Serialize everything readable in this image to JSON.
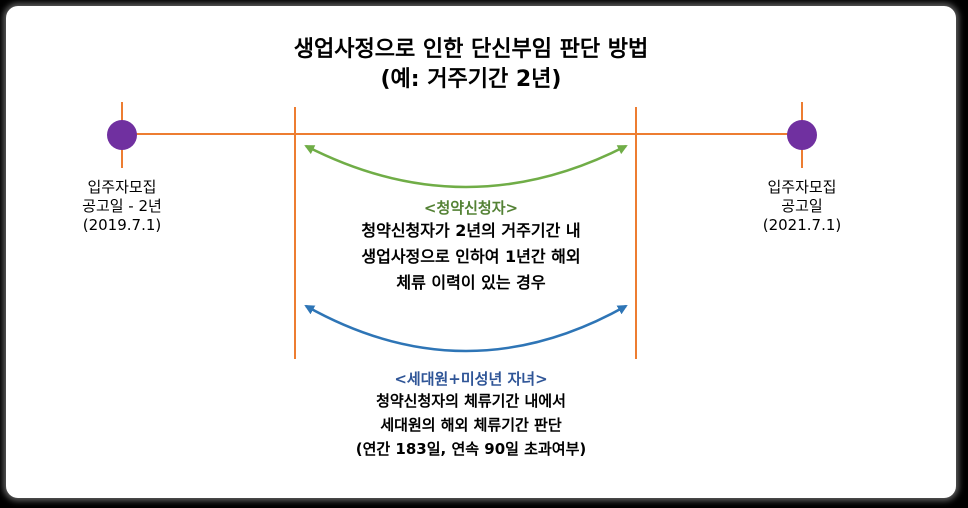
{
  "title": {
    "line1": "생업사정으로 인한 단신부임 판단 방법",
    "line2": "(예: 거주기간 2년)"
  },
  "left_date": {
    "line1": "입주자모집",
    "line2": "공고일 - 2년",
    "line3": "(2019.7.1)"
  },
  "right_date": {
    "line1": "입주자모집",
    "line2": "공고일",
    "line3": "(2021.7.1)"
  },
  "applicant_block": {
    "heading": "<청약신청자>",
    "line1": "청약신청자가 2년의 거주기간 내",
    "line2": "생업사정으로 인하여 1년간 해외",
    "line3": "체류 이력이 있는 경우"
  },
  "household_block": {
    "heading": "<세대원+미성년 자녀>",
    "line1": "청약신청자의 체류기간 내에서",
    "line2": "세대원의 해외 체류기간 판단",
    "line3": "(연간 183일, 연속 90일 초과여부)"
  },
  "colors": {
    "timeline": "#ed7d31",
    "dot": "#7030a0",
    "applicant_arc": "#70ad47",
    "applicant_heading": "#548235",
    "household_arc": "#2e75b6",
    "household_heading": "#2f5597"
  }
}
